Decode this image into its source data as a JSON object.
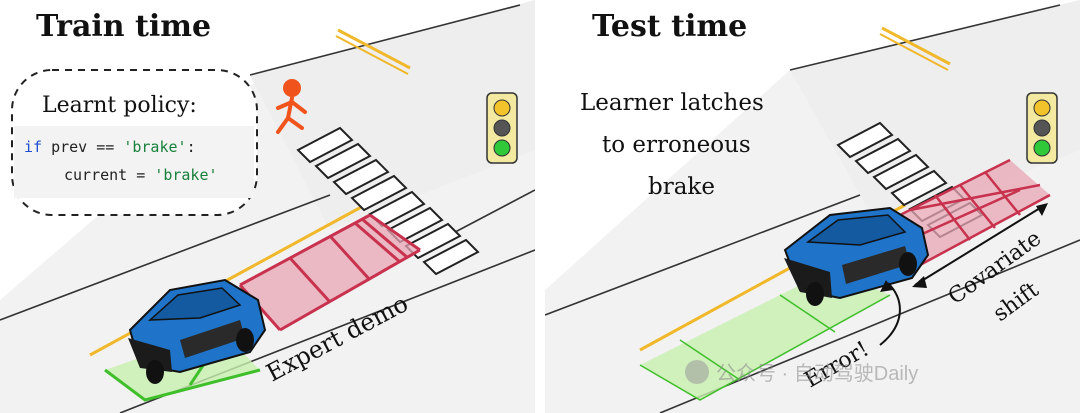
{
  "panels": {
    "train": {
      "title": "Train time",
      "policy_box": {
        "heading": "Learnt policy:",
        "code_line_1": {
          "keyword": "if",
          "var": "prev",
          "op": "==",
          "string": "'brake'",
          "colon": ":"
        },
        "code_line_2": {
          "var": "current",
          "op": "=",
          "string": "'brake'"
        }
      },
      "arrow_label": "Expert demo",
      "traffic_light_state": "green",
      "pedestrian_present": true
    },
    "test": {
      "title": "Test time",
      "caption_lines": [
        "Learner latches",
        "to erroneous",
        "brake"
      ],
      "error_label": "Error!",
      "shift_label_lines": [
        "Covariate",
        "shift"
      ],
      "traffic_light_state": "green",
      "pedestrian_present": false
    }
  },
  "watermark": "公众号 · 自动驾驶Daily",
  "colors": {
    "car_blue": "#1f74c9",
    "car_blue_dark": "#135aa1",
    "brake_zone": "#e8a5b3",
    "brake_zone_stroke": "#c8324e",
    "start_zone": "#c7efae",
    "start_zone_stroke": "#3fbf2a",
    "road_grey": "#efefef",
    "lane_yellow": "#f0b82a",
    "code_keyword": "#1f4fd1",
    "code_string": "#18803a",
    "pedestrian": "#f0541c",
    "light_green": "#2fc93a",
    "light_yellow": "#f2c32a"
  }
}
